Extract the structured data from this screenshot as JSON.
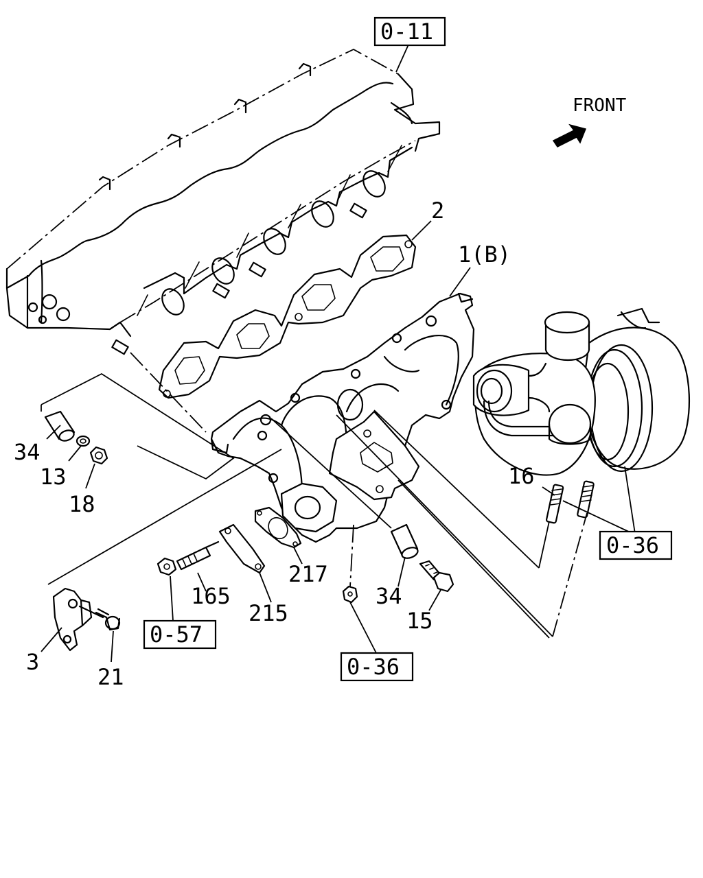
{
  "front": {
    "text": "FRONT"
  },
  "refs": {
    "r011": "0-11",
    "r036a": "0-36",
    "r036b": "0-36",
    "r057": "0-57"
  },
  "parts": {
    "p1": "1(B)",
    "p2": "2",
    "p3": "3",
    "p13": "13",
    "p15": "15",
    "p16": "16",
    "p18": "18",
    "p21": "21",
    "p34a": "34",
    "p34b": "34",
    "p165": "165",
    "p215": "215",
    "p217": "217"
  }
}
